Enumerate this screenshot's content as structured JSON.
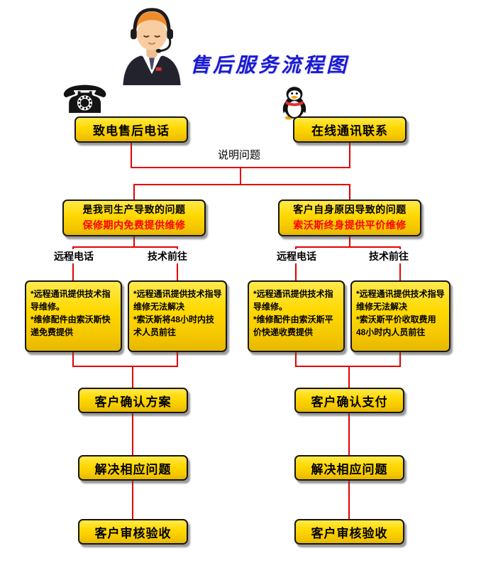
{
  "header": {
    "title": "售后服务流程图"
  },
  "colors": {
    "box_fill": "#ffd900",
    "box_border": "#161616",
    "line": "#e60000",
    "highlight": "#ff0000",
    "title": "#1a1ad1"
  },
  "icons": {
    "phone_glyph": "☎",
    "phone_name": "telephone-icon",
    "qq_name": "qq-penguin-icon",
    "agent_name": "customer-service-agent"
  },
  "flow": {
    "start": [
      {
        "label": "致电售后电话"
      },
      {
        "label": "在线通讯联系"
      }
    ],
    "merge_label": "说明问题",
    "branches": [
      {
        "condition": {
          "line1": "是我司生产导致的问题",
          "line2": "保修期内免费提供维修"
        },
        "sub_labels": [
          "远程电话",
          "技术前往"
        ],
        "details": [
          {
            "lines": [
              "*远程通讯提供技术指导维修。",
              "*维修配件由索沃斯快递免费提供"
            ]
          },
          {
            "lines": [
              "*远程通讯提供技术指导维修无法解决",
              "*索沃斯将48小时内技术人员前往"
            ]
          }
        ],
        "steps": [
          "客户确认方案",
          "解决相应问题",
          "客户审核验收"
        ]
      },
      {
        "condition": {
          "line1": "客户自身原因导致的问题",
          "line2": "索沃斯终身提供平价维修"
        },
        "sub_labels": [
          "远程电话",
          "技术前往"
        ],
        "details": [
          {
            "lines": [
              "*远程通讯提供技术指导维修。",
              "*维修配件由索沃斯平价快递收费提供"
            ]
          },
          {
            "lines": [
              "*远程通讯提供技术指导维修无法解决",
              "*索沃斯平价收取费用48小时内人员前往"
            ]
          }
        ],
        "steps": [
          "客户确认支付",
          "解决相应问题",
          "客户审核验收"
        ]
      }
    ]
  }
}
